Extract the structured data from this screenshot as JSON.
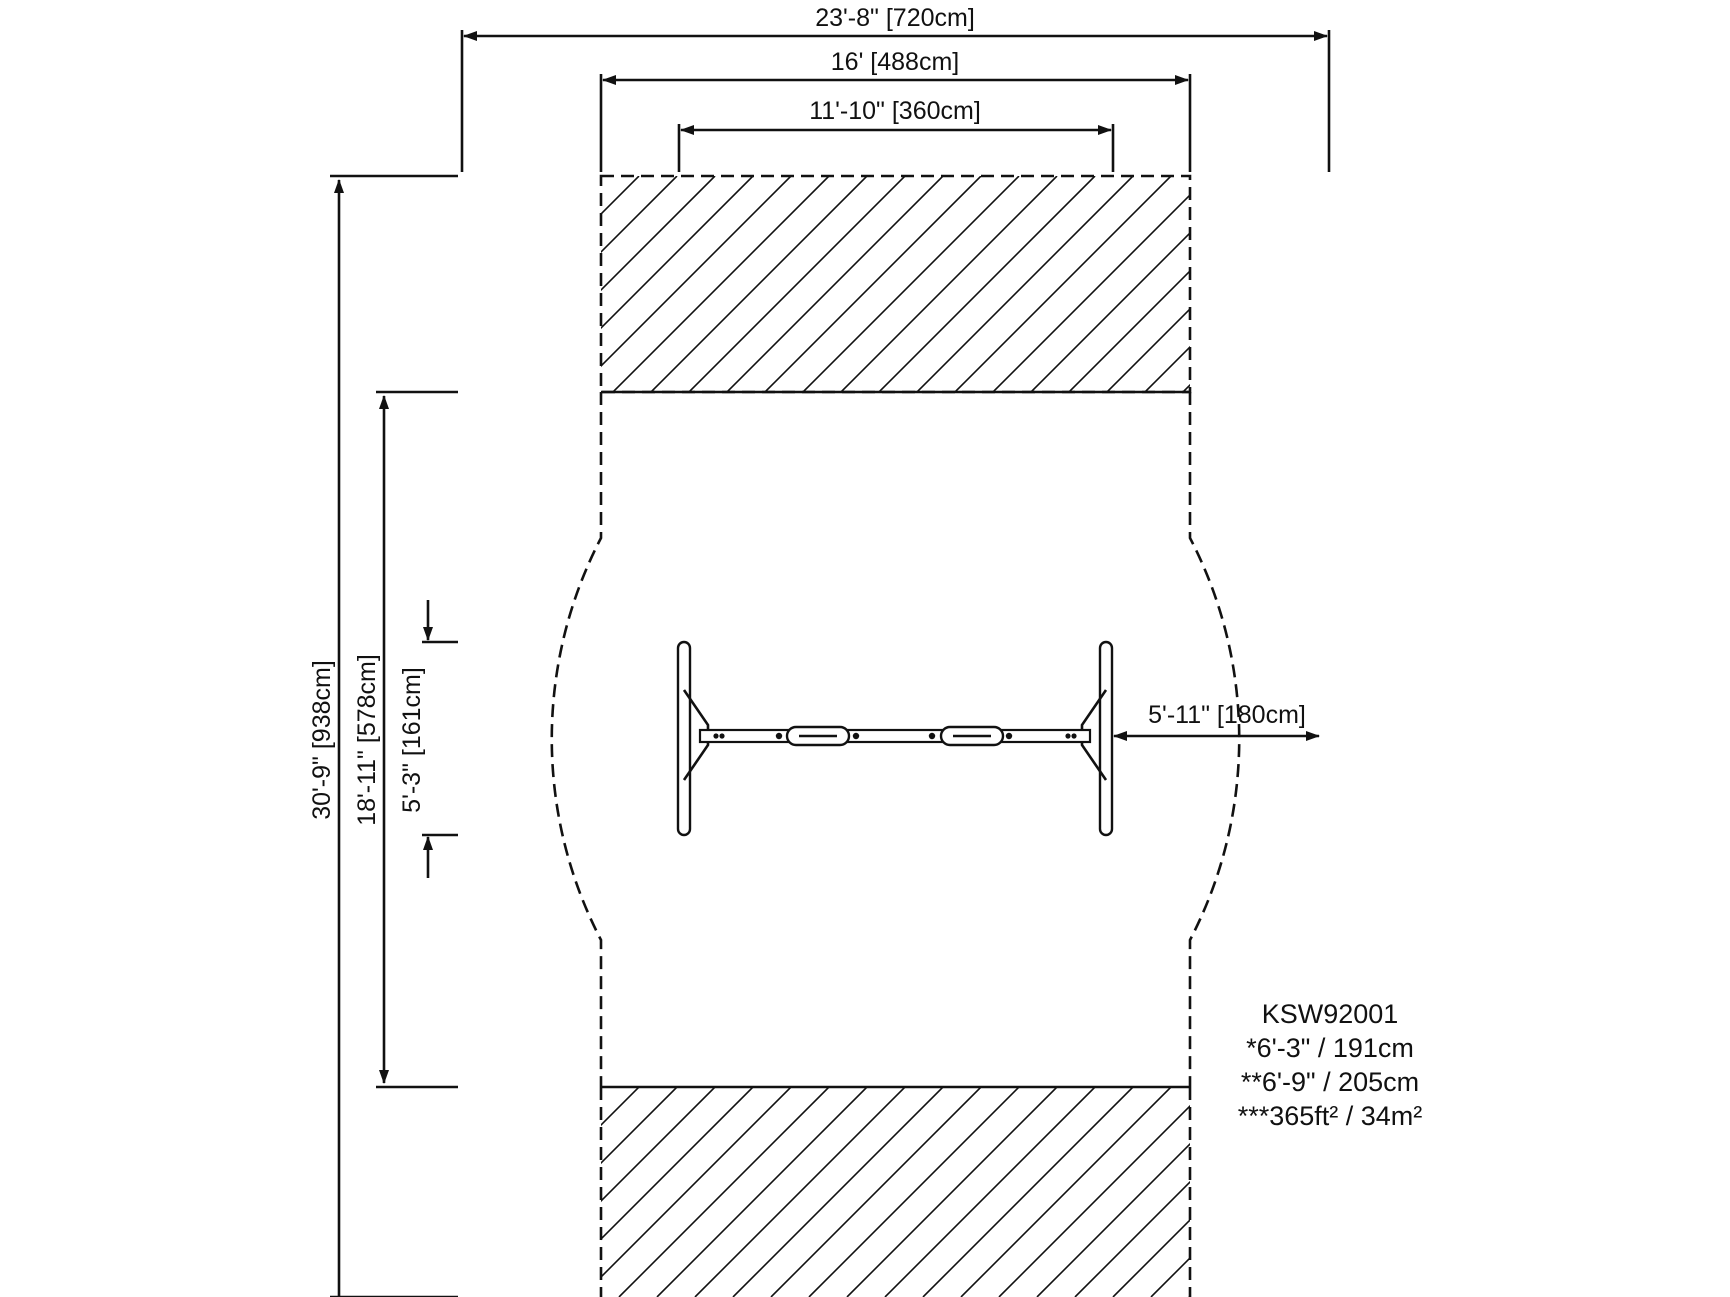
{
  "dimensions": {
    "overall_width": "23'-8\" [720cm]",
    "zone_width": "16' [488cm]",
    "beam_width": "11'-10\" [360cm]",
    "overall_length": "30'-9\" [938cm]",
    "mid_length": "18'-11\" [578cm]",
    "frame_length": "5'-3\" [161cm]",
    "side_clearance": "5'-11\" [180cm]"
  },
  "specs": {
    "model": "KSW92001",
    "height1": "*6'-3\" / 191cm",
    "height2": "**6'-9\" / 205cm",
    "area": "***365ft² / 34m²"
  },
  "colors": {
    "line": "#111111",
    "background": "#ffffff"
  }
}
